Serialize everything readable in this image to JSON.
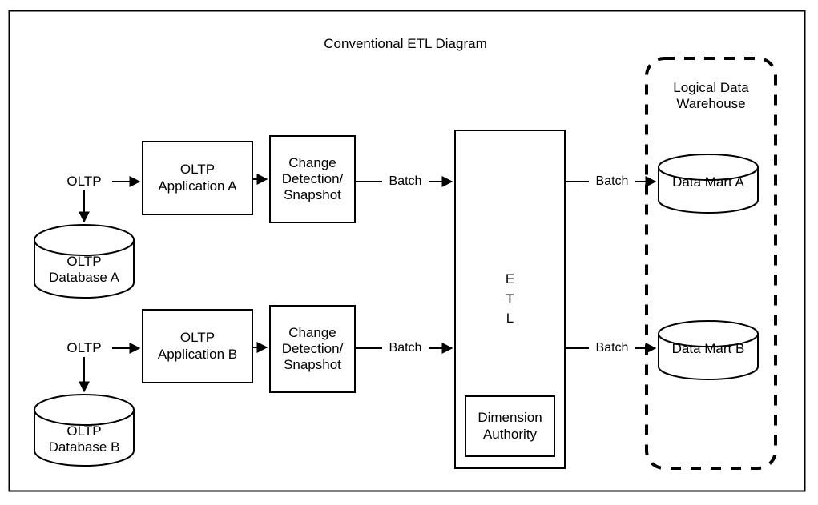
{
  "diagram": {
    "title": "Conventional ETL Diagram",
    "type": "flowchart",
    "frame": {
      "border_color": "#000000",
      "background": "#ffffff"
    },
    "nodes": {
      "oltp_source_a": {
        "label": "OLTP",
        "shape": "text"
      },
      "oltp_source_b": {
        "label": "OLTP",
        "shape": "text"
      },
      "oltp_app_a": {
        "label": "OLTP\nApplication A",
        "shape": "rectangle"
      },
      "oltp_app_b": {
        "label": "OLTP\nApplication B",
        "shape": "rectangle"
      },
      "oltp_db_a": {
        "label": "OLTP\nDatabase A",
        "shape": "cylinder"
      },
      "oltp_db_b": {
        "label": "OLTP\nDatabase B",
        "shape": "cylinder"
      },
      "change_detect_a": {
        "label": "Change\nDetection/\nSnapshot",
        "shape": "rectangle"
      },
      "change_detect_b": {
        "label": "Change\nDetection/\nSnapshot",
        "shape": "rectangle"
      },
      "etl": {
        "label": "E\nT\nL",
        "shape": "rectangle",
        "orientation": "vertical-text"
      },
      "dimension_authority": {
        "label": "Dimension\nAuthority",
        "shape": "rectangle"
      },
      "data_mart_a": {
        "label": "Data Mart A",
        "shape": "cylinder"
      },
      "data_mart_b": {
        "label": "Data Mart B",
        "shape": "cylinder"
      }
    },
    "groups": {
      "logical_data_warehouse": {
        "label": "Logical Data\nWarehouse",
        "shape": "rounded-rectangle",
        "stroke": "dashed"
      }
    },
    "edges": [
      {
        "from": "oltp_source_a",
        "to": "oltp_app_a",
        "label": ""
      },
      {
        "from": "oltp_source_a",
        "to": "oltp_db_a",
        "label": ""
      },
      {
        "from": "oltp_app_a",
        "to": "change_detect_a",
        "label": ""
      },
      {
        "from": "change_detect_a",
        "to": "etl",
        "label": "Batch"
      },
      {
        "from": "oltp_source_b",
        "to": "oltp_app_b",
        "label": ""
      },
      {
        "from": "oltp_source_b",
        "to": "oltp_db_b",
        "label": ""
      },
      {
        "from": "oltp_app_b",
        "to": "change_detect_b",
        "label": ""
      },
      {
        "from": "change_detect_b",
        "to": "etl",
        "label": "Batch"
      },
      {
        "from": "etl",
        "to": "data_mart_a",
        "label": "Batch"
      },
      {
        "from": "etl",
        "to": "data_mart_b",
        "label": "Batch"
      }
    ],
    "edge_labels": {
      "batch_top_left": "Batch",
      "batch_bottom_left": "Batch",
      "batch_top_right": "Batch",
      "batch_bottom_right": "Batch"
    }
  }
}
